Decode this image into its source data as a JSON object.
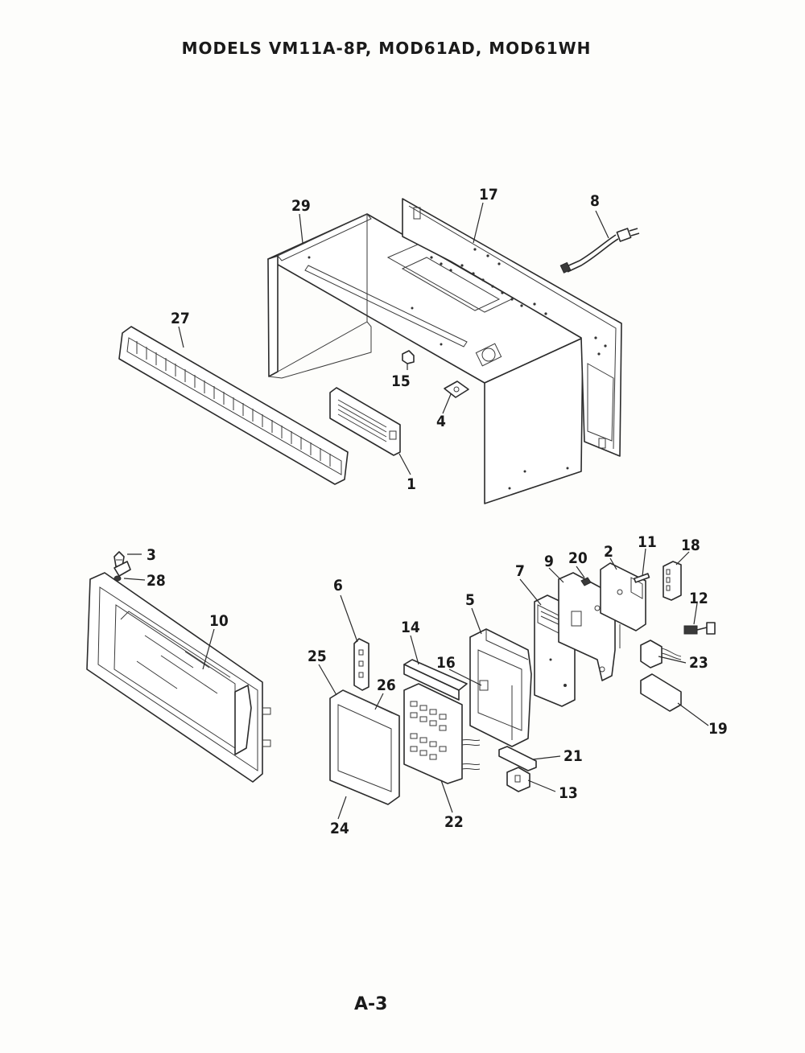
{
  "title": "MODELS VM11A-8P, MOD61AD, MOD61WH",
  "page_number": "A-3",
  "callouts": [
    {
      "id": "c29",
      "label": "29"
    },
    {
      "id": "c17",
      "label": "17"
    },
    {
      "id": "c8",
      "label": "8"
    },
    {
      "id": "c27",
      "label": "27"
    },
    {
      "id": "c15",
      "label": "15"
    },
    {
      "id": "c4",
      "label": "4"
    },
    {
      "id": "c1",
      "label": "1"
    },
    {
      "id": "c3",
      "label": "3"
    },
    {
      "id": "c28",
      "label": "28"
    },
    {
      "id": "c10",
      "label": "10"
    },
    {
      "id": "c6",
      "label": "6"
    },
    {
      "id": "c25",
      "label": "25"
    },
    {
      "id": "c26",
      "label": "26"
    },
    {
      "id": "c24",
      "label": "24"
    },
    {
      "id": "c14",
      "label": "14"
    },
    {
      "id": "c16",
      "label": "16"
    },
    {
      "id": "c22",
      "label": "22"
    },
    {
      "id": "c5",
      "label": "5"
    },
    {
      "id": "c7",
      "label": "7"
    },
    {
      "id": "c9",
      "label": "9"
    },
    {
      "id": "c20",
      "label": "20"
    },
    {
      "id": "c2",
      "label": "2"
    },
    {
      "id": "c11",
      "label": "11"
    },
    {
      "id": "c18",
      "label": "18"
    },
    {
      "id": "c12",
      "label": "12"
    },
    {
      "id": "c23",
      "label": "23"
    },
    {
      "id": "c19",
      "label": "19"
    },
    {
      "id": "c21",
      "label": "21"
    },
    {
      "id": "c13",
      "label": "13"
    }
  ]
}
